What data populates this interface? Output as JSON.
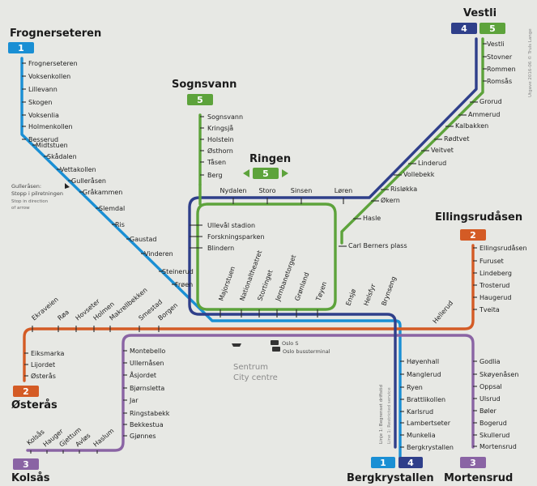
{
  "colors": {
    "line1": "#1a8fd4",
    "line2": "#d45b25",
    "line3": "#8a64a4",
    "line4": "#2f3f8a",
    "line5": "#5da33b"
  },
  "badges": {
    "l1": "1",
    "l2": "2",
    "l3": "3",
    "l4": "4",
    "l5": "5"
  },
  "termini": {
    "frognerseteren": "Frognerseteren",
    "sognsvann": "Sognsvann",
    "vestli": "Vestli",
    "ringen": "Ringen",
    "ellingsrudasen": "Ellingsrudåsen",
    "osteras": "Østerås",
    "kolsas": "Kolsås",
    "bergkrystallen": "Bergkrystallen",
    "mortensrud": "Mortensrud"
  },
  "stations": {
    "line1": [
      "Frognerseteren",
      "Voksenkollen",
      "Lillevann",
      "Skogen",
      "Voksenlia",
      "Holmenkollen",
      "Besserud",
      "Midtstuen",
      "Skådalen",
      "Vettakollen",
      "Gulleråsen",
      "Gråkammen",
      "Slemdal",
      "Ris",
      "Gaustad",
      "Vinderen",
      "Steinerud",
      "Frøen"
    ],
    "sognsvann": [
      "Sognsvann",
      "Kringsjå",
      "Holstein",
      "Østhorn",
      "Tåsen",
      "Berg"
    ],
    "ring": [
      "Ullevål stadion",
      "Forskningsparken",
      "Blindern"
    ],
    "ringTop": [
      "Nydalen",
      "Storo",
      "Sinsen",
      "Løren"
    ],
    "vestli": [
      "Vestli",
      "Stovner",
      "Rommen",
      "Romsås",
      "Grorud",
      "Ammerud",
      "Kalbakken",
      "Rødtvet",
      "Veitvet",
      "Linderud",
      "Vollebekk",
      "Risløkka",
      "Økern",
      "Hasle",
      "Carl Berners plass"
    ],
    "center": [
      "Majorstuen",
      "Nationaltheatret",
      "Stortinget",
      "Jernbanetorget",
      "Grønland",
      "Tøyen",
      "Ensjø",
      "Helsfyr",
      "Brynseng",
      "Hellerud"
    ],
    "west": [
      "Ekraveien",
      "Røa",
      "Hovseter",
      "Holmen",
      "Makrellbekken",
      "Smestad",
      "Borgen"
    ],
    "osteras": [
      "Eiksmarka",
      "Lijordet",
      "Østerås"
    ],
    "ellingsrud": [
      "Ellingsrudåsen",
      "Furuset",
      "Lindeberg",
      "Trosterud",
      "Haugerud",
      "Tveita"
    ],
    "kolsasLine": [
      "Montebello",
      "Ullernåsen",
      "Åsjordet",
      "Bjørnsletta",
      "Jar",
      "Ringstabekk",
      "Bekkestua",
      "Gjønnes"
    ],
    "kolsasSouth": [
      "Kolsås",
      "Hauger",
      "Gjettum",
      "Avløs",
      "Haslum"
    ],
    "bergkrystallen": [
      "Høyenhall",
      "Manglerud",
      "Ryen",
      "Brattlikollen",
      "Karlsrud",
      "Lambertseter",
      "Munkelia",
      "Bergkrystallen"
    ],
    "mortensrud": [
      "Godlia",
      "Skøyenåsen",
      "Oppsal",
      "Ulsrud",
      "Bøler",
      "Bogerud",
      "Skullerud",
      "Mortensrud"
    ]
  },
  "notes": {
    "gullerasen1": "Gulleråsen:",
    "gullerasen2": "Stopp i pilretningen",
    "gullerasen3": "Stop in direction",
    "gullerasen4": "of arrow",
    "oslo_s": "Oslo S",
    "bussterminal": "Oslo bussterminal",
    "sentrum": "Sentrum",
    "city_centre": "City centre",
    "restricted1": "Linje 1: Begrenset driftstid",
    "restricted2": "Line 1: Restricted service",
    "credit": "Utgave 2016-06 © Truls Lange"
  }
}
